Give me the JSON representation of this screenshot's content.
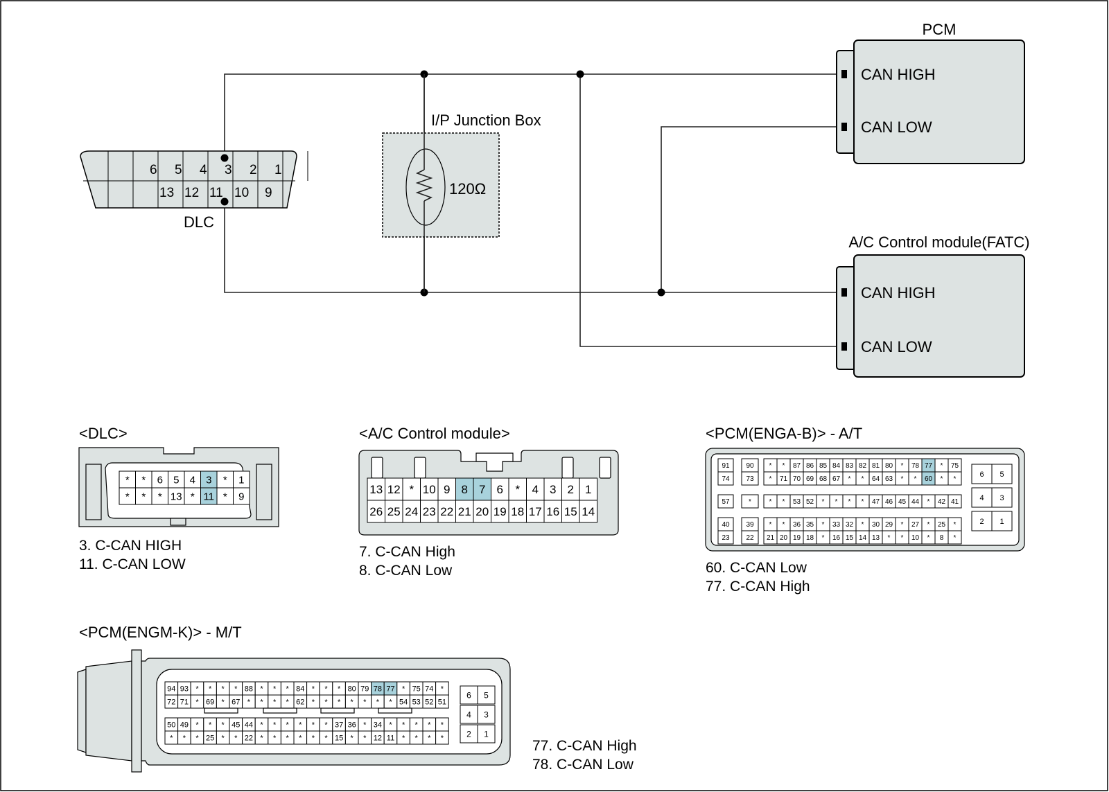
{
  "diagram": {
    "pcm": {
      "title": "PCM",
      "can_high": "CAN HIGH",
      "can_low": "CAN LOW"
    },
    "fatc": {
      "title": "A/C Control module(FATC)",
      "can_high": "CAN HIGH",
      "can_low": "CAN LOW"
    },
    "junction_box": {
      "title": "I/P Junction Box",
      "resistor": "120Ω"
    },
    "dlc": {
      "label": "DLC",
      "top_pins": [
        "6",
        "5",
        "4",
        "3",
        "2",
        "1"
      ],
      "bottom_pins": [
        "13",
        "12",
        "11",
        "10",
        "9"
      ]
    }
  },
  "connectors": {
    "dlc": {
      "title": "<DLC>",
      "row1": [
        "*",
        "*",
        "6",
        "5",
        "4",
        "3",
        "*",
        "1"
      ],
      "row2": [
        "*",
        "*",
        "*",
        "13",
        "*",
        "11",
        "*",
        "9"
      ],
      "highlight": [
        "3",
        "11"
      ],
      "legend": [
        "3. C-CAN HIGH",
        "11. C-CAN LOW"
      ]
    },
    "ac_module": {
      "title": "<A/C Control module>",
      "row1": [
        "13",
        "12",
        "*",
        "10",
        "9",
        "8",
        "7",
        "6",
        "*",
        "4",
        "3",
        "2",
        "1"
      ],
      "row2": [
        "26",
        "25",
        "24",
        "23",
        "22",
        "21",
        "20",
        "19",
        "18",
        "17",
        "16",
        "15",
        "14"
      ],
      "highlight": [
        "7",
        "8"
      ],
      "legend": [
        "7. C-CAN High",
        "8. C-CAN Low"
      ]
    },
    "pcm_at": {
      "title": "<PCM(ENGA-B)> - A/T",
      "left_col1": [
        "91",
        "74",
        "57",
        "40",
        "23"
      ],
      "left_col2": [
        "90",
        "73",
        "*",
        "39",
        "22"
      ],
      "block1_row1": [
        "*",
        "*",
        "87",
        "86",
        "85",
        "84",
        "83",
        "82",
        "81",
        "80",
        "*",
        "78",
        "77",
        "*",
        "75"
      ],
      "block1_row2": [
        "*",
        "71",
        "70",
        "69",
        "68",
        "67",
        "*",
        "*",
        "64",
        "63",
        "*",
        "*",
        "60",
        "*",
        "*"
      ],
      "block2_row": [
        "*",
        "*",
        "53",
        "52",
        "*",
        "*",
        "*",
        "*",
        "47",
        "46",
        "45",
        "44",
        "*",
        "42",
        "41"
      ],
      "block3_row1": [
        "*",
        "*",
        "36",
        "35",
        "*",
        "33",
        "32",
        "*",
        "30",
        "29",
        "*",
        "27",
        "*",
        "25",
        "*"
      ],
      "block3_row2": [
        "21",
        "20",
        "19",
        "18",
        "*",
        "16",
        "15",
        "14",
        "13",
        "*",
        "*",
        "10",
        "*",
        "8",
        "*"
      ],
      "right_pins": [
        [
          "6",
          "5"
        ],
        [
          "4",
          "3"
        ],
        [
          "2",
          "1"
        ]
      ],
      "highlight": [
        "77",
        "60"
      ],
      "legend": [
        "60. C-CAN Low",
        "77. C-CAN High"
      ]
    },
    "pcm_mt": {
      "title": "<PCM(ENGM-K)> - M/T",
      "row1": [
        "94",
        "93",
        "*",
        "*",
        "*",
        "*",
        "88",
        "*",
        "*",
        "*",
        "84",
        "*",
        "*",
        "*",
        "80",
        "79",
        "78",
        "77",
        "*",
        "75",
        "74",
        "*"
      ],
      "row2": [
        "72",
        "71",
        "*",
        "69",
        "*",
        "67",
        "*",
        "*",
        "*",
        "*",
        "62",
        "*",
        "*",
        "*",
        "*",
        "*",
        "*",
        "*",
        "54",
        "53",
        "52",
        "51"
      ],
      "row3": [
        "50",
        "49",
        "*",
        "*",
        "*",
        "45",
        "44",
        "*",
        "*",
        "*",
        "*",
        "*",
        "*",
        "37",
        "36",
        "*",
        "34",
        "*",
        "*",
        "*",
        "*",
        "*"
      ],
      "row4": [
        "*",
        "*",
        "*",
        "25",
        "*",
        "*",
        "22",
        "*",
        "*",
        "*",
        "*",
        "*",
        "*",
        "15",
        "*",
        "*",
        "12",
        "11",
        "*",
        "*",
        "*",
        "*"
      ],
      "right_pins": [
        [
          "6",
          "5"
        ],
        [
          "4",
          "3"
        ],
        [
          "2",
          "1"
        ]
      ],
      "highlight": [
        "78",
        "77"
      ],
      "legend": [
        "77. C-CAN High",
        "78. C-CAN Low"
      ]
    }
  }
}
